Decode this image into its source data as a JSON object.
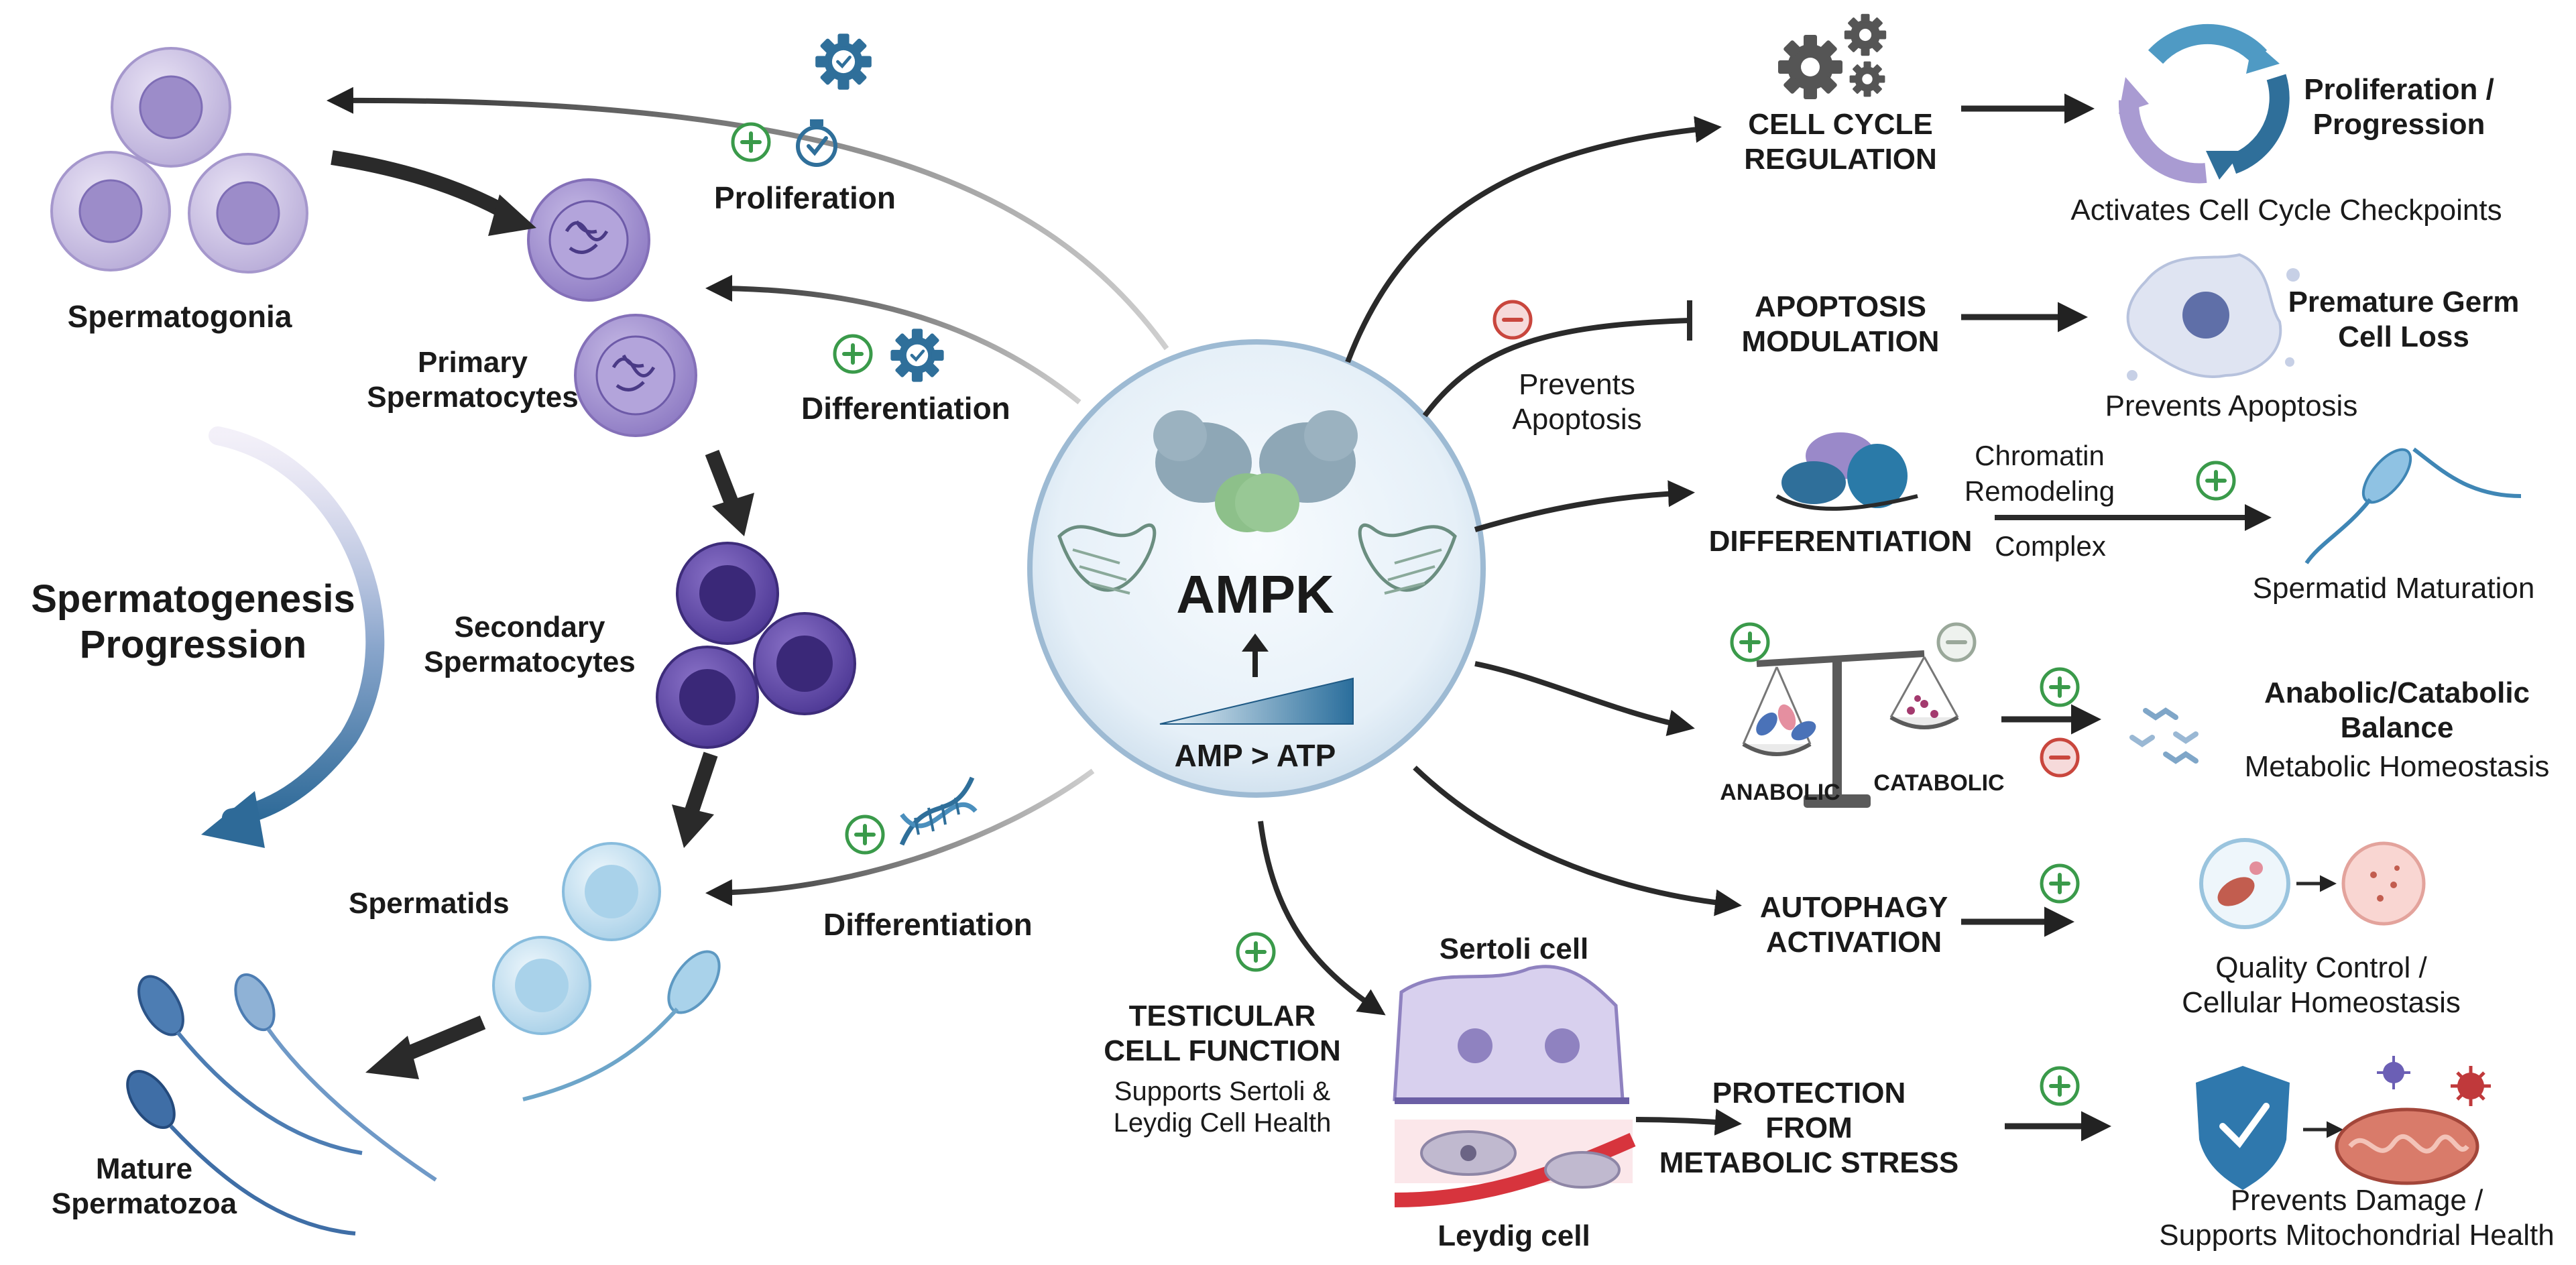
{
  "left": {
    "spermatogonia": "Spermatogonia",
    "primary": [
      "Primary",
      "Spermatocytes"
    ],
    "secondary": [
      "Secondary",
      "Spermatocytes"
    ],
    "spermatids": "Spermatids",
    "mature": [
      "Mature",
      "Spermatozoa"
    ],
    "progression": [
      "Spermatogenesis",
      "Progression"
    ],
    "proliferation": "Proliferation",
    "differentiation_1": "Differentiation",
    "differentiation_2": "Differentiation"
  },
  "center": {
    "title": "AMPK",
    "ratio": "AMP > ATP"
  },
  "right": {
    "cell_cycle": [
      "CELL CYCLE",
      "REGULATION"
    ],
    "cell_cycle_outcome": [
      "Proliferation /",
      "Progression"
    ],
    "cell_cycle_note": "Activates Cell Cycle Checkpoints",
    "apoptosis": [
      "APOPTOSIS",
      "MODULATION"
    ],
    "apoptosis_inhibit": [
      "Prevents",
      "Apoptosis"
    ],
    "apoptosis_outcome": [
      "Premature Germ",
      "Cell Loss"
    ],
    "apoptosis_note": "Prevents Apoptosis",
    "differentiation": "DIFFERENTIATION",
    "chromatin": [
      "Chromatin",
      "Remodeling",
      "Complex"
    ],
    "spermatid_maturation": "Spermatid Maturation",
    "anabolic": "ANABOLIC",
    "catabolic": "CATABOLIC",
    "balance_outcome": [
      "Anabolic/Catabolic",
      "Balance"
    ],
    "balance_note": "Metabolic Homeostasis",
    "autophagy": [
      "AUTOPHAGY",
      "ACTIVATION"
    ],
    "autophagy_outcome": [
      "Quality Control /",
      "Cellular Homeostasis"
    ],
    "testicular": [
      "TESTICULAR",
      "CELL FUNCTION"
    ],
    "testicular_note": [
      "Supports Sertoli &",
      "Leydig Cell Health"
    ],
    "sertoli": "Sertoli cell",
    "leydig": "Leydig cell",
    "protection": [
      "PROTECTION",
      "FROM",
      "METABOLIC STRESS"
    ],
    "protection_outcome": [
      "Prevents Damage /",
      "Supports Mitochondrial Health"
    ]
  },
  "colors": {
    "lavender": "#b9acd8",
    "purple": "#5e4a9e",
    "dark_purple": "#3f2f7a",
    "blue": "#2f6f9a",
    "light_blue": "#bcdcee",
    "plus_green": "#3a9a4a",
    "minus_red": "#c9463d"
  }
}
